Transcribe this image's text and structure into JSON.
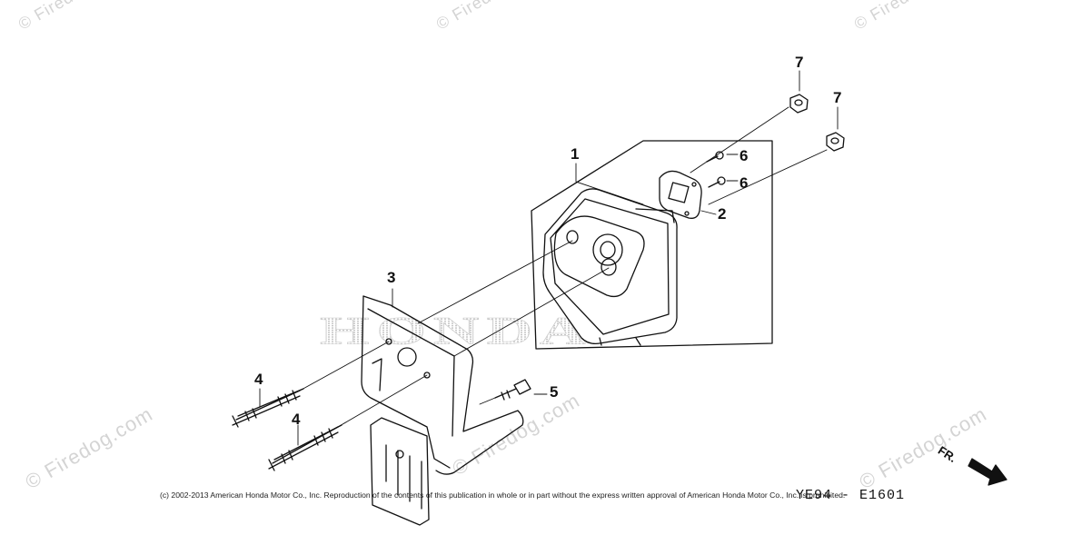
{
  "watermark": {
    "text": "© Firedog.com",
    "brand": "HONDA"
  },
  "callouts": {
    "c1": "1",
    "c2": "2",
    "c3": "3",
    "c4a": "4",
    "c4b": "4",
    "c5": "5",
    "c6a": "6",
    "c6b": "6",
    "c7a": "7",
    "c7b": "7"
  },
  "footer": {
    "copyright": "(c) 2002-2013 American Honda Motor Co., Inc. Reproduction of the contents of this publication in whole or in part without the express written approval of American Honda Motor Co., Inc. is prohibited.",
    "diagram_code": "YE94 - E1601",
    "front_indicator": "FR."
  }
}
